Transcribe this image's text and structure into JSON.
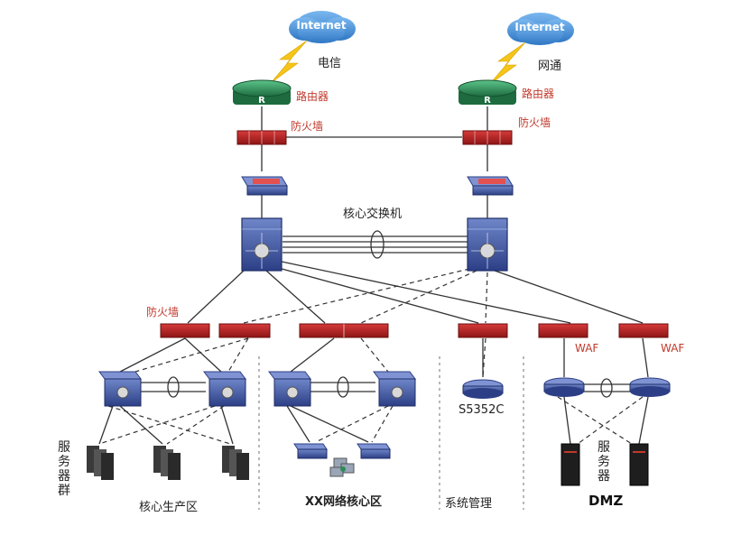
{
  "internet": [
    {
      "cloud": "Internet",
      "isp": "电信"
    },
    {
      "cloud": "Internet",
      "isp": "网通"
    }
  ],
  "labels": {
    "router": "路由器",
    "firewall": "防火墙",
    "core_switch": "核心交换机",
    "firewall_lower": "防火墙",
    "waf": "WAF",
    "s5352c": "S5352C",
    "server_group": "服务器群",
    "server": "服务器",
    "zone_core": "核心生产区",
    "zone_xx": "XX网络核心区",
    "zone_mgmt": "系统管理",
    "zone_dmz": "DMZ"
  },
  "colors": {
    "router": "#2e8b57",
    "firewall": "#b22222",
    "switch": "#3a4f9a",
    "cloud": "#4a90d9",
    "lightning": "#f5c518"
  }
}
